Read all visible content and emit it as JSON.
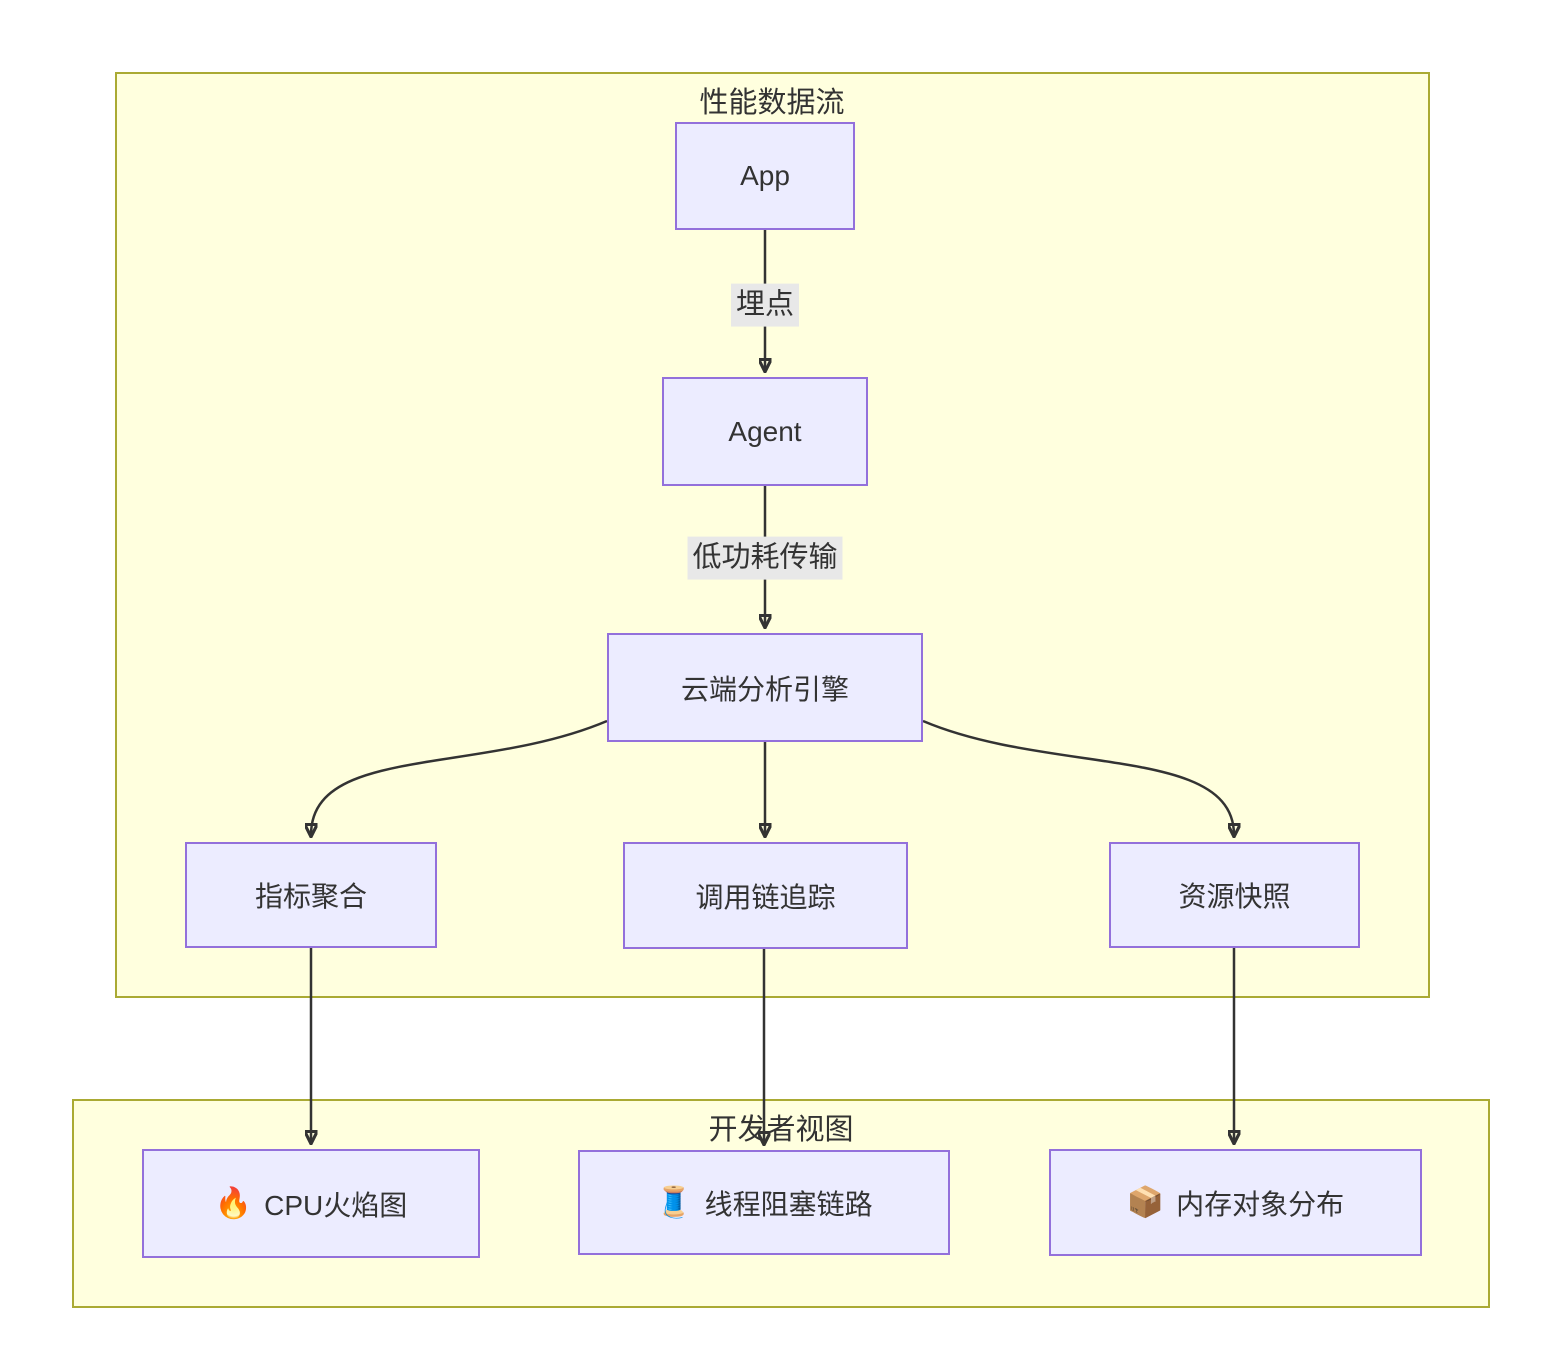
{
  "clusters": {
    "flow": {
      "title": "性能数据流"
    },
    "dev": {
      "title": "开发者视图"
    }
  },
  "nodes": {
    "app": {
      "label": "App"
    },
    "agent": {
      "label": "Agent"
    },
    "engine": {
      "label": "云端分析引擎"
    },
    "metrics": {
      "label": "指标聚合"
    },
    "trace": {
      "label": "调用链追踪"
    },
    "snapshot": {
      "label": "资源快照"
    },
    "flame": {
      "icon": "🔥",
      "label": "CPU火焰图"
    },
    "thread": {
      "icon": "🧵",
      "label": "线程阻塞链路"
    },
    "memory": {
      "icon": "📦",
      "label": "内存对象分布"
    }
  },
  "edge_labels": {
    "instrument": "埋点",
    "low_power": "低功耗传输"
  },
  "colors": {
    "cluster_fill": "#ffffde",
    "cluster_border": "#aaaa33",
    "node_fill": "#ececff",
    "node_border": "#9370db",
    "edge": "#333333",
    "edge_label_bg": "#e8e8e8",
    "text": "#333333"
  }
}
